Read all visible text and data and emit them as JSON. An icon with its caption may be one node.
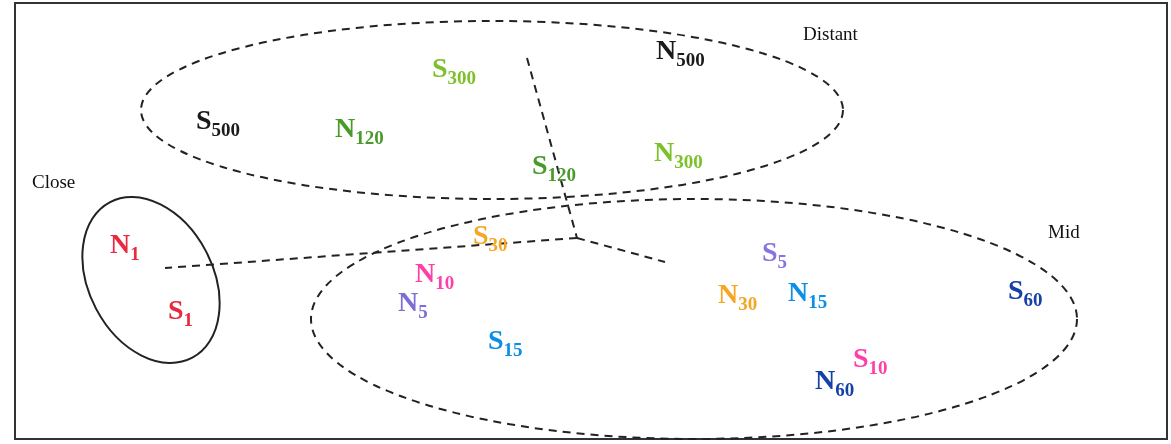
{
  "diagram": {
    "nodes": [
      {
        "text": [
          "Close",
          "N$_{1}$",
          "S$_{1}$"
        ]
      },
      {
        "text": [
          "Distant",
          "N$_{500}$",
          "S$_{300}$",
          "S$_{500}$",
          "N$_{120}$",
          "N$_{300}$"
        ]
      },
      {
        "text": [
          "Mid",
          "S$_{30}$",
          "S$_{5}$",
          "N$_{10}$",
          "N$_{15}$",
          "N$_{30}$",
          "S$_{60}$",
          "N$_{5}$",
          "S$_{15}$",
          "S$_{10}$",
          "N$_{60}$"
        ]
      }
    ],
    "labels": [
      "S$_{120}$"
    ]
  }
}
